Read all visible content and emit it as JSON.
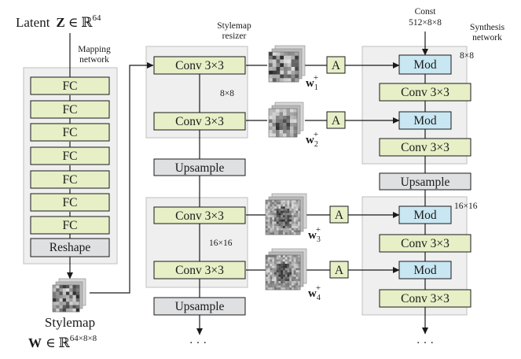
{
  "colors": {
    "panel_fill": "#efefef",
    "panel_stroke": "#c8c8c8",
    "conv_fill": "#e6efc6",
    "mod_fill": "#c9e7f2",
    "up_fill": "#dfe0e2",
    "line": "#1a1a1a"
  },
  "latent": {
    "prefix": "Latent",
    "var": "Z",
    "in": "∈",
    "set": "ℝ",
    "dim": "64"
  },
  "mapping": {
    "title_line1": "Mapping",
    "title_line2": "network",
    "fc_label": "FC",
    "fc_count": 7,
    "reshape_label": "Reshape"
  },
  "stylemap": {
    "title": "Stylemap",
    "var": "W",
    "in": "∈",
    "set": "ℝ",
    "dim": "64×8×8"
  },
  "resizer": {
    "title_line1": "Stylemap",
    "title_line2": "resizer",
    "conv_label": "Conv 3×3",
    "upsample_label": "Upsample",
    "res_8": "8×8",
    "res_16": "16×16"
  },
  "synthesis": {
    "const_line1": "Const",
    "const_line2": "512×8×8",
    "title_line1": "Synthesis",
    "title_line2": "network",
    "mod_label": "Mod",
    "conv_label": "Conv 3×3",
    "upsample_label": "Upsample",
    "res_8": "8×8",
    "res_16": "16×16"
  },
  "affine_label": "A",
  "styles": [
    {
      "base": "w",
      "sub": "1",
      "sup": "+"
    },
    {
      "base": "w",
      "sub": "2",
      "sup": "+"
    },
    {
      "base": "w",
      "sub": "3",
      "sup": "+"
    },
    {
      "base": "w",
      "sub": "4",
      "sup": "+"
    }
  ],
  "ellipsis": "· · ·"
}
